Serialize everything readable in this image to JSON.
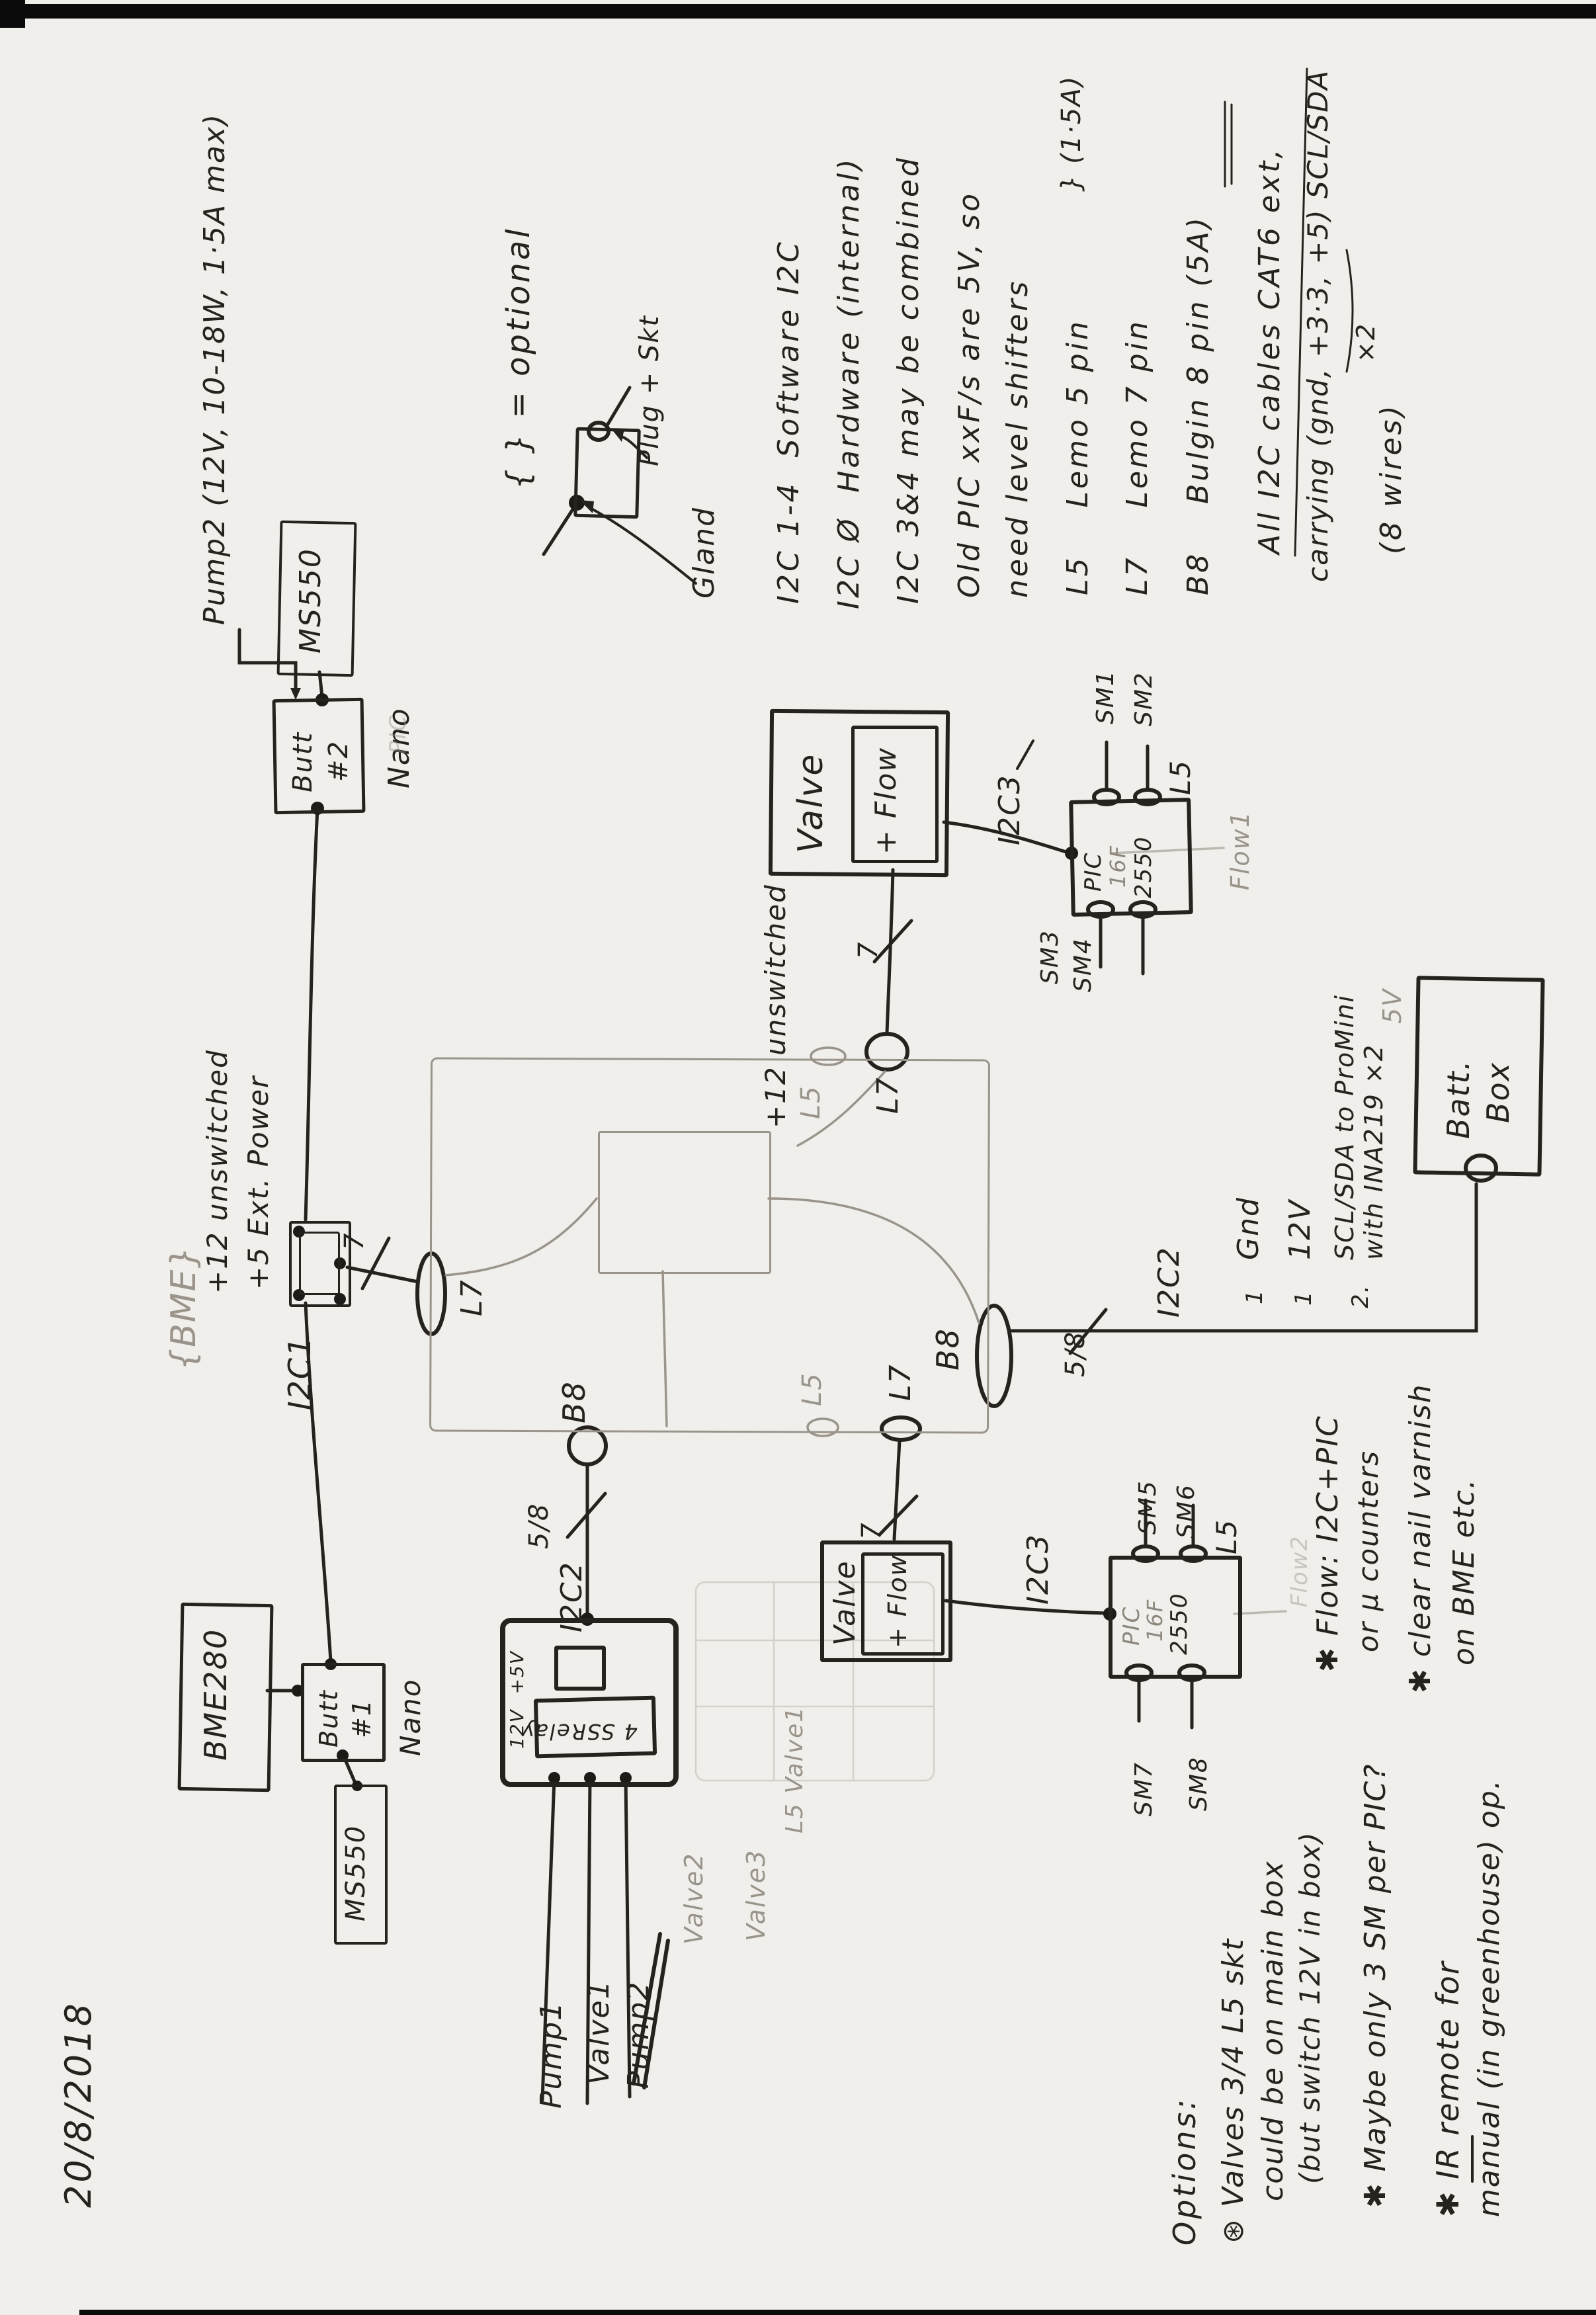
{
  "date": "20/8/2018",
  "pump2_spec": "Pump2 (12V, 10-18W, 1·5A max)",
  "legend": {
    "optional": "{ } = optional",
    "plug_skt": "Plug + Skt",
    "gland": "Gland"
  },
  "top_notes": {
    "i2c14": "I2C 1-4  Software I2C",
    "i2c0": "I2C Ø  Hardware (internal)",
    "i2c34": "I2C 3&4 may be combined",
    "oldpic": "Old PIC xxF/s are 5V, so",
    "shifters": "need level shifters",
    "l5": "L5    Lemo 5 pin",
    "l5_amp": "} (1·5A)",
    "l7": "L7    Lemo 7 pin",
    "b8": "B8    Bulgin 8 pin (5A)",
    "cables": "All I2C cables CAT6 ext,",
    "carrying": "carrying (gnd, +3·3, +5) SCL/SDA",
    "x2": "×2",
    "wires8": "(8 wires)"
  },
  "labels": {
    "ms550": "MS550",
    "butt": "Butt",
    "no2": "#2",
    "no1": "#1",
    "nano": "Nano",
    "bme280": "BME280",
    "valve": "Valve",
    "plusflow": "+ Flow",
    "i2c1": "I2C1",
    "i2c2": "I2C2",
    "i2c3": "I2C3",
    "b8": "B8",
    "l7": "L7",
    "l5": "L5",
    "seven": "7",
    "five_of_eight": "5/8",
    "plus12": "+12 unswitched",
    "plus5": "+5 Ext. Power",
    "pic": "PIC",
    "pic_fam": "16F",
    "pic_num": "2550",
    "sm1": "SM1",
    "sm2": "SM2",
    "sm3": "SM3",
    "sm4": "SM4",
    "sm5": "SM5",
    "sm6": "SM6",
    "sm7": "SM7",
    "sm8": "SM8",
    "gnd": "Gnd",
    "v12": "12V",
    "one": "1",
    "two": "2.",
    "scl": "SCL/SDA to ProMini",
    "ina": "with INA219 ×2",
    "batt": "Batt.",
    "box": "Box",
    "main_pwr": "12V  +5V",
    "ssrelay": "4 SSRelay",
    "pump1": "Pump1",
    "valve1": "Valve1",
    "pump2_struck": "Pump2"
  },
  "pencil_notes": {
    "bme": "{BME}",
    "pic_ghost": "PIC",
    "l5": "L5",
    "v5": "5V",
    "flow1": "Flow1",
    "flow2": "Flow2",
    "valve2": "Valve2",
    "valve3": "Valve3",
    "l5valve1": "L5 Valve1"
  },
  "side_notes": {
    "flow": "✱ Flow: I2C+PIC",
    "flow_alt": "or μ counters",
    "varnish": "✱ clear nail varnish",
    "varnish2": "on BME etc."
  },
  "options": {
    "title": "Options:",
    "o1": "⊛ Valves 3/4 L5 skt",
    "o1b": "could be on main box",
    "o1c": "(but switch 12V in box)",
    "o2": "✱ Maybe only 3 SM per PIC?",
    "o3": "✱ IR remote for",
    "o3b": "manual (in greenhouse) op."
  }
}
